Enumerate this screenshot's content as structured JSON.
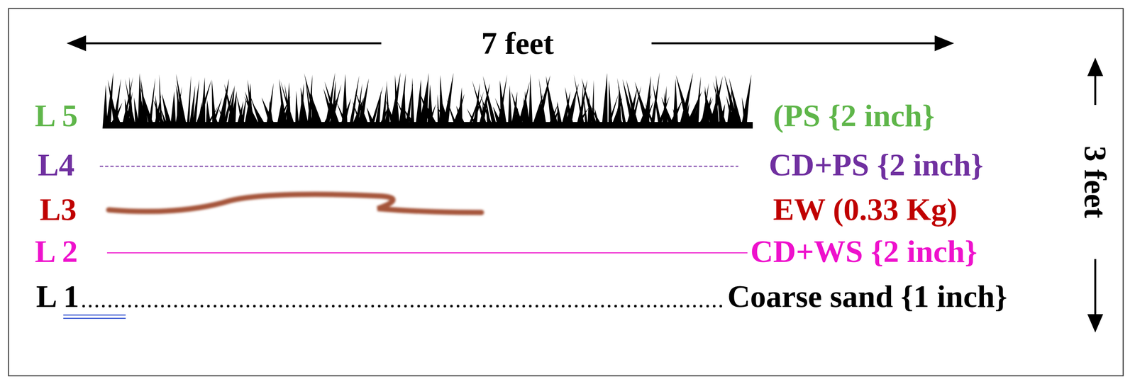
{
  "diagram": {
    "labels": [
      "7 feet",
      "3 feet",
      "L 5",
      "(PS {2 inch}",
      "L4",
      "CD+PS {2 inch}",
      "L3",
      "EW (0.33 Kg)",
      "L 2",
      "CD+WS {2 inch}",
      "L 1",
      "Coarse sand {1 inch}"
    ]
  }
}
